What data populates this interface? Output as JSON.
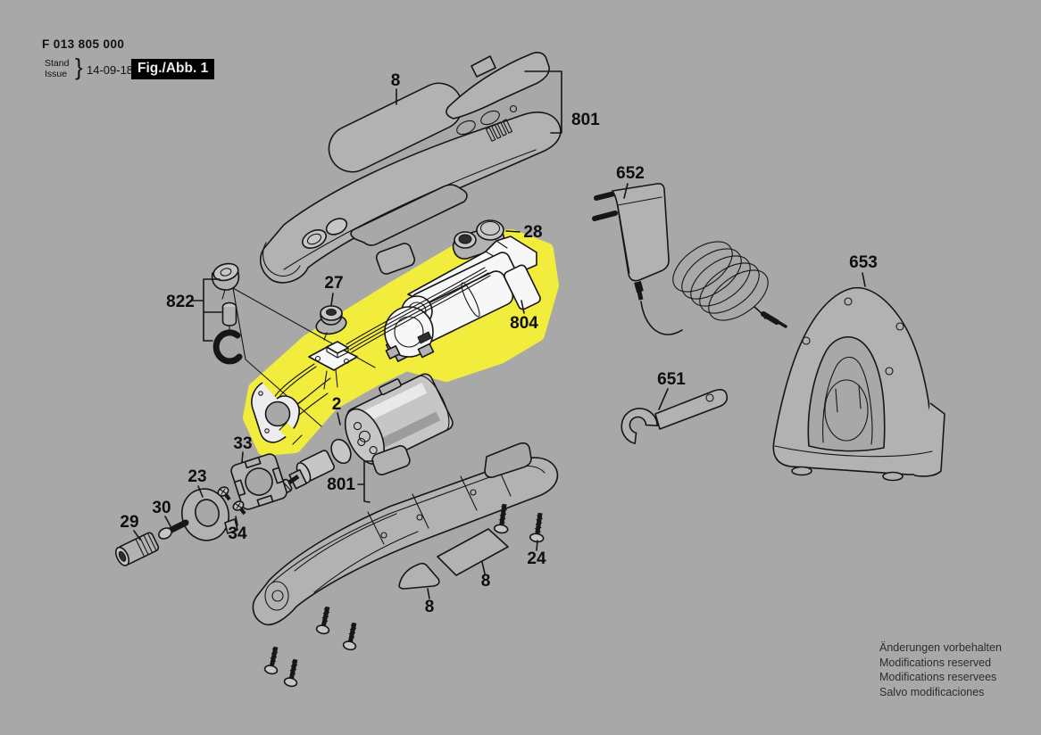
{
  "header": {
    "part_number": "F 013 805 000",
    "stand_label": "Stand",
    "issue_label": "Issue",
    "brace": "}",
    "date": "14-09-18",
    "figure_label": "Fig./Abb. 1"
  },
  "footer": {
    "lines": [
      "Änderungen vorbehalten",
      "Modifications reserved",
      "Modifications reservees",
      "Salvo modificaciones"
    ]
  },
  "colors": {
    "background": "#a8a8a8",
    "highlight": "#f2ec3d",
    "line": "#161616",
    "badge_bg": "#000000",
    "badge_text": "#ececec"
  },
  "callouts": {
    "grip_pad_top": "8",
    "upper_housing": "801",
    "power_adapter": "652",
    "charger_stand": "653",
    "button_set": "28",
    "grommet": "27",
    "battery_pack": "804",
    "spindle_lock_set": "822",
    "wrench": "651",
    "motor": "2",
    "bearing_block": "33",
    "washer": "23",
    "collet": "30",
    "collet_nut": "29",
    "screws_small": "34",
    "lower_housing": "801",
    "screws": "24",
    "pad_front": "8",
    "pad_side": "8"
  }
}
